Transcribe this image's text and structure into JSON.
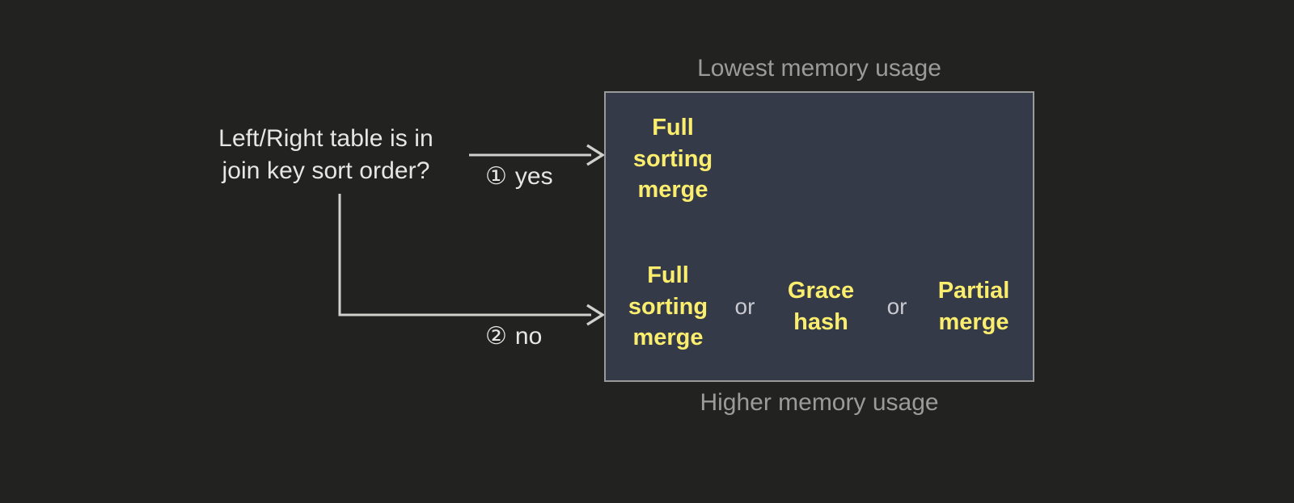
{
  "theme": {
    "background": "#222220",
    "panel_fill": "#343a47",
    "panel_border": "#9a9a9a",
    "option_text": "#fbee6e",
    "body_text": "#e6e6e4",
    "muted_text": "#9b9b99",
    "connector": "#d0d0cc"
  },
  "decision": {
    "line1": "Left/Right table is in",
    "line2": "join key sort order?"
  },
  "branches": [
    {
      "marker": "①",
      "label": "yes",
      "name": "branch-yes"
    },
    {
      "marker": "②",
      "label": "no",
      "name": "branch-no"
    }
  ],
  "captions": {
    "top": "Lowest memory usage",
    "bottom": "Higher memory usage"
  },
  "panel": {
    "sorted_row": {
      "options": [
        "Full\nsorting\nmerge"
      ]
    },
    "unsorted_row": {
      "options": [
        "Full\nsorting\nmerge",
        "Grace\nhash",
        "Partial\nmerge"
      ],
      "separator": "or"
    }
  }
}
